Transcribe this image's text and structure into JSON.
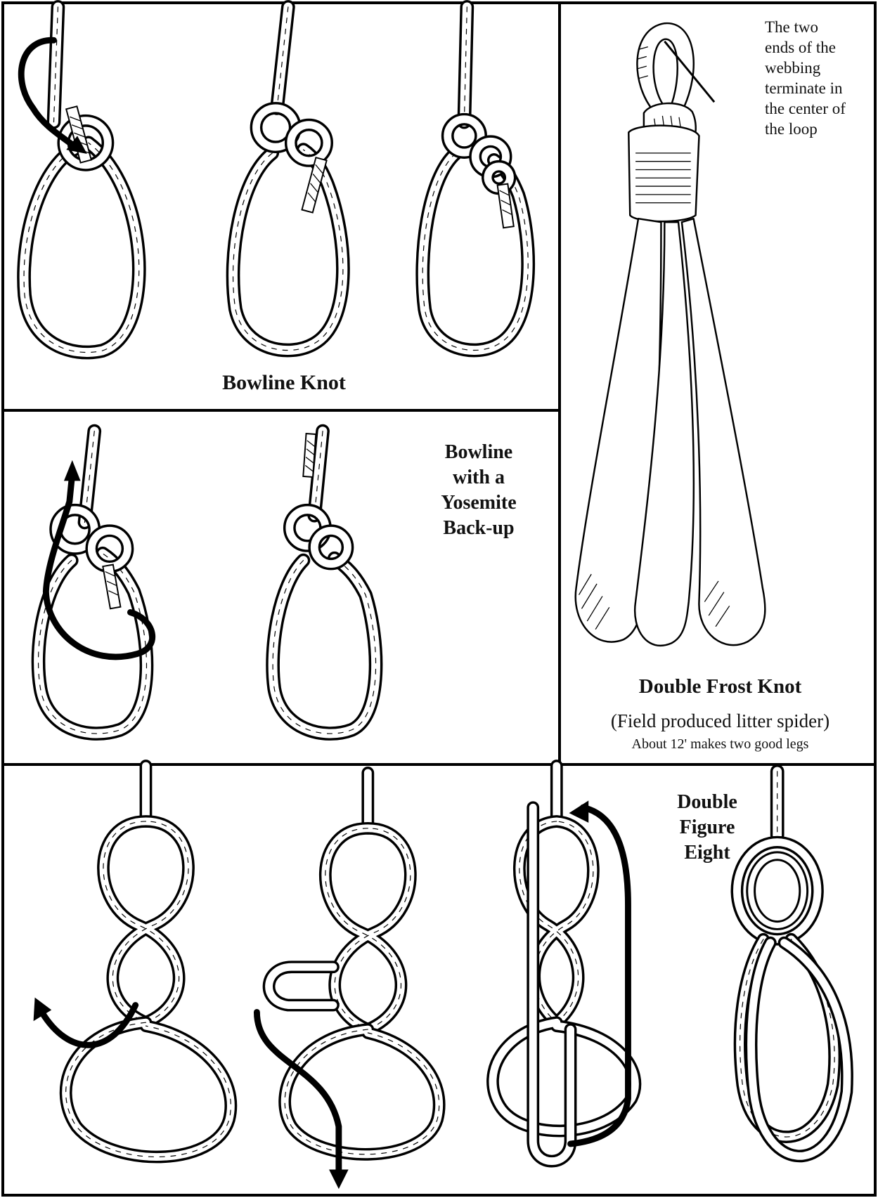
{
  "panels": {
    "bowline": {
      "title": "Bowline Knot"
    },
    "yosemite": {
      "title_lines": [
        "Bowline",
        "with a",
        "Yosemite",
        "Back-up"
      ]
    },
    "frost": {
      "note_lines": [
        "The two",
        "ends of the",
        "webbing",
        "terminate in",
        "the center of",
        "the loop"
      ],
      "title": "Double Frost Knot",
      "subtitle": "(Field produced litter spider)",
      "caption": "About 12' makes two good legs"
    },
    "figure8": {
      "title_lines": [
        "Double",
        "Figure",
        "Eight"
      ]
    }
  },
  "colors": {
    "ink": "#000000",
    "paper": "#ffffff",
    "border": "#000000"
  }
}
